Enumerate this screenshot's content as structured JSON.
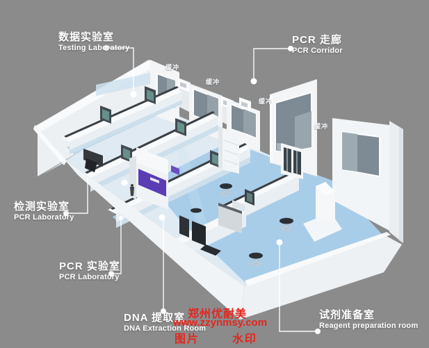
{
  "scene": {
    "description": "3D isometric PCR laboratory floor plan render",
    "colors": {
      "background": "#8b8b8b",
      "wall_white": "#f2f4f6",
      "floor_blue": "#a8cde9",
      "window_glass": "#7e8a94",
      "accent_purple": "#5a3cb5",
      "label_white": "#ffffff",
      "watermark_red": "#e4261d"
    }
  },
  "rooms": {
    "testing_lab": {
      "zh": "数据实验室",
      "en": "Testing Laboratory"
    },
    "pcr_corridor": {
      "zh": "PCR 走廊",
      "en": "PCR Corridor"
    },
    "inspection_lab": {
      "zh": "检测实验室",
      "en": "PCR Laboratory"
    },
    "pcr_lab": {
      "zh": "PCR 实验室",
      "en": "PCR Laboratory"
    },
    "dna_extraction_room": {
      "zh": "DNA 提取室",
      "en": "DNA Extraction Room"
    },
    "reagent_preparation_room": {
      "zh": "试剂准备室",
      "en": "Reagent preparation room"
    }
  },
  "model": {
    "buffer_label": "缓冲"
  },
  "watermark": {
    "company": "郑州优耐美",
    "website": "www.zzynmsy.com",
    "tag_left": "图片",
    "tag_right": "水印"
  }
}
